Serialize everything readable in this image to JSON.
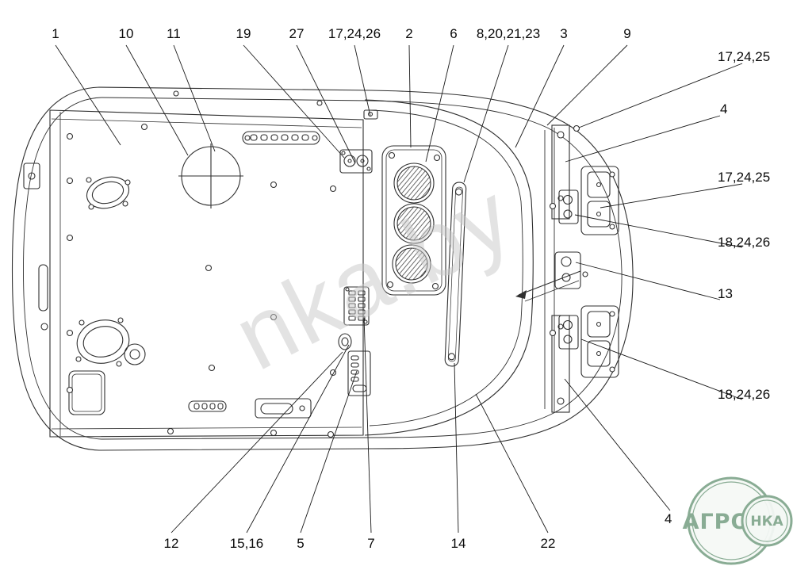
{
  "watermark": {
    "text": "nka.by"
  },
  "stamp": {
    "word_left": "АГРО",
    "word_right": "НКА"
  },
  "colors": {
    "line": "#2f2f2f",
    "watermark": "#c8c8c8",
    "stamp": "#7da489"
  },
  "callouts": [
    {
      "label": "1"
    },
    {
      "label": "10"
    },
    {
      "label": "11"
    },
    {
      "label": "19"
    },
    {
      "label": "27"
    },
    {
      "label": "17,24,26"
    },
    {
      "label": "2"
    },
    {
      "label": "6"
    },
    {
      "label": "8,20,21,23"
    },
    {
      "label": "3"
    },
    {
      "label": "9"
    },
    {
      "label": "17,24,25"
    },
    {
      "label": "4"
    },
    {
      "label": "17,24,25"
    },
    {
      "label": "18,24,26"
    },
    {
      "label": "13"
    },
    {
      "label": "18,24,26"
    },
    {
      "label": "4"
    },
    {
      "label": "12"
    },
    {
      "label": "15,16"
    },
    {
      "label": "5"
    },
    {
      "label": "7"
    },
    {
      "label": "14"
    },
    {
      "label": "22"
    }
  ]
}
